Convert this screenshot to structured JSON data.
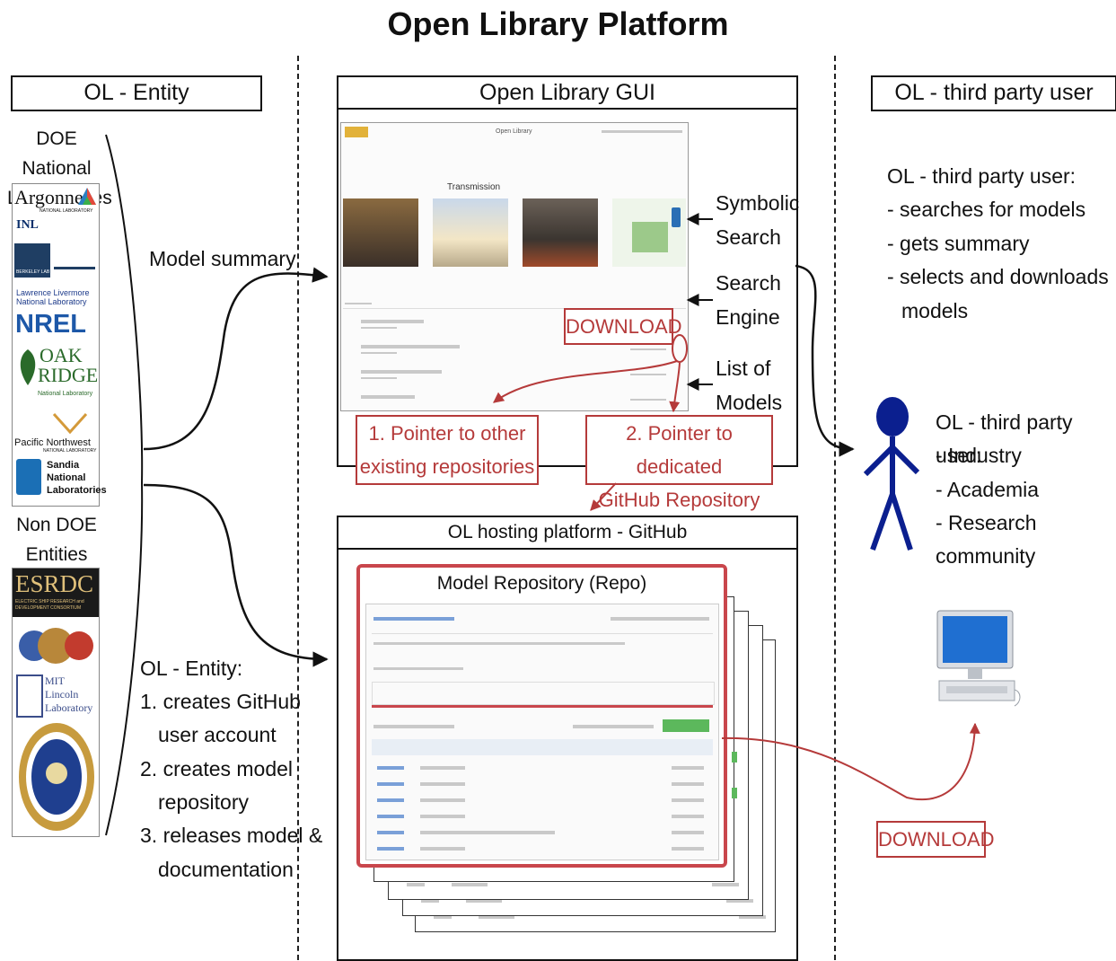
{
  "title": "Open Library Platform",
  "columns": {
    "left_header": "OL - Entity",
    "middle_header": "Open Library GUI",
    "right_header": "OL - third party user"
  },
  "left": {
    "doe_label": "DOE National Laboratories",
    "non_doe_label": "Non DOE Entities",
    "doe_logos": {
      "argonne": "Argonne",
      "argonne_sub": "NATIONAL LABORATORY",
      "inl": "INL",
      "berkeley": "BERKELEY LAB",
      "llnl": "Lawrence Livermore National Laboratory",
      "nrel": "NREL",
      "oak_ridge_1": "OAK",
      "oak_ridge_2": "RIDGE",
      "oak_ridge_sub": "National Laboratory",
      "pnnl": "Pacific Northwest",
      "pnnl_sub": "NATIONAL LABORATORY",
      "sandia_1": "Sandia",
      "sandia_2": "National",
      "sandia_3": "Laboratories"
    },
    "non_doe_logos": {
      "esrdc": "ESRDC",
      "esrdc_sub": "ELECTRIC SHIP RESEARCH and DEVELOPMENT CONSORTIUM",
      "mit_1": "MIT",
      "mit_2": "Lincoln",
      "mit_3": "Laboratory"
    },
    "model_summary_label": "Model summary",
    "entity_steps_title": "OL - Entity:",
    "entity_steps": [
      "1. creates GitHub",
      "user account",
      "2. creates model",
      "repository",
      "3. releases model &",
      "documentation"
    ]
  },
  "gui": {
    "screenshot_heading": "Transmission",
    "screenshot_title": "Open Library",
    "download_label": "DOWNLOAD",
    "annotations": [
      "Symbolic",
      "Search",
      "Search",
      "Engine",
      "List of",
      "Models"
    ],
    "pointer1": [
      "1. Pointer to other",
      "existing repositories"
    ],
    "pointer2": [
      "2. Pointer to dedicated",
      "GitHub Repository"
    ]
  },
  "hosting": {
    "header": "OL hosting platform - GitHub",
    "repo_title": "Model Repository (Repo)"
  },
  "right": {
    "user_title": "OL - third party user:",
    "user_actions": [
      "- searches for models",
      "- gets summary",
      "- selects and downloads",
      "models"
    ],
    "user_types_title": "OL - third party user:",
    "user_types": [
      "- Industry",
      "- Academia",
      "- Research community"
    ],
    "download_label": "DOWNLOAD"
  },
  "colors": {
    "accent_red": "#b53a3a",
    "person_blue": "#0b1f8f",
    "github_green": "#5cb85c",
    "repo_border": "#c9464c"
  }
}
